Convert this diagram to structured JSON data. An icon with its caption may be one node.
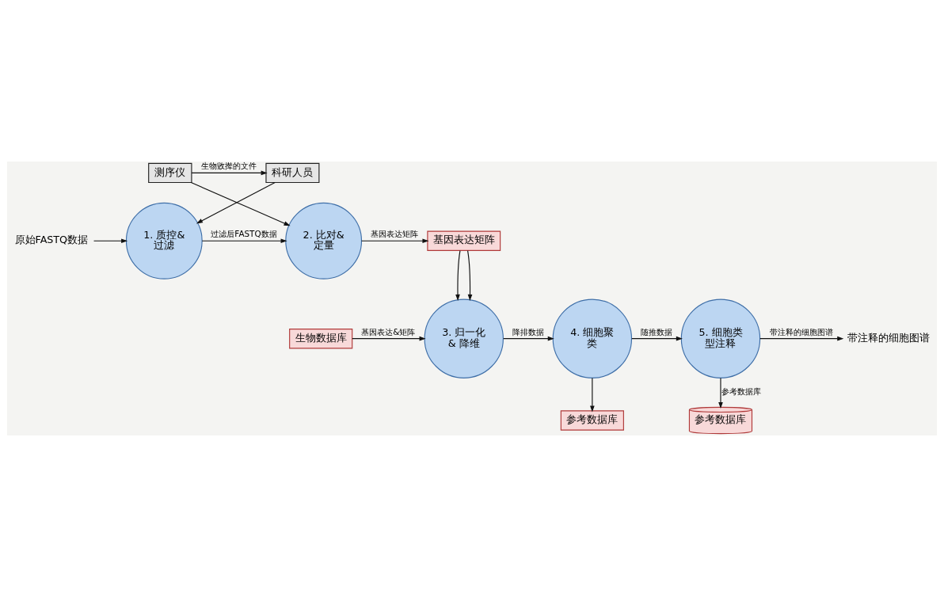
{
  "diagram": {
    "nodes": [
      {
        "text": [
          "科研人员"
        ]
      },
      {
        "text": [
          "测序仪"
        ]
      },
      {
        "text": [
          "原始FASTQ数据"
        ]
      },
      {
        "text": [
          "1. 质控&过滤"
        ]
      },
      {
        "text": [
          "2. 比对&定量"
        ]
      },
      {
        "text": [
          "基因表达矩阵"
        ]
      },
      {
        "text": [
          "参考数据库"
        ]
      },
      {
        "text": [
          "生物数据库"
        ]
      },
      {
        "text": [
          "3. 归一化& 降维"
        ]
      },
      {
        "text": [
          "4. 细胞聚类"
        ]
      },
      {
        "text": [
          "5. 细胞类型注释"
        ]
      },
      {
        "text": [
          "带注释的细胞图谱"
        ]
      },
      {
        "text": [
          "参考数据库"
        ]
      }
    ],
    "edges": [
      {
        "from": 1,
        "to": 0,
        "arrow": "to",
        "label": "生物敓撵的文件"
      },
      {
        "from": 0,
        "to": 3,
        "arrow": "to"
      },
      {
        "from": 1,
        "to": 4,
        "arrow": "to"
      },
      {
        "from": 2,
        "to": 3,
        "arrow": "to"
      },
      {
        "from": 3,
        "to": 4,
        "arrow": "to",
        "label": "过滤后FASTQ数据"
      },
      {
        "from": 4,
        "to": 5,
        "arrow": "to",
        "label": "基因表达矩阵"
      },
      {
        "from": 5,
        "to": 8,
        "arrow": "to"
      },
      {
        "from": 5,
        "to": 8,
        "arrow": "to"
      },
      {
        "from": 7,
        "to": 8,
        "arrow": "to",
        "label": "基因表达&矩阵"
      },
      {
        "from": 8,
        "to": 9,
        "arrow": "to",
        "label": "降排数据"
      },
      {
        "from": 9,
        "to": 10,
        "arrow": "to",
        "label": "随推数据"
      },
      {
        "from": 10,
        "to": 6,
        "arrow": "to",
        "label": "参考数据库"
      },
      {
        "from": 10,
        "to": 11,
        "arrow": "to",
        "label": "带注释的细胞图谱"
      },
      {
        "from": 9,
        "to": 12,
        "arrow": "to"
      }
    ]
  }
}
